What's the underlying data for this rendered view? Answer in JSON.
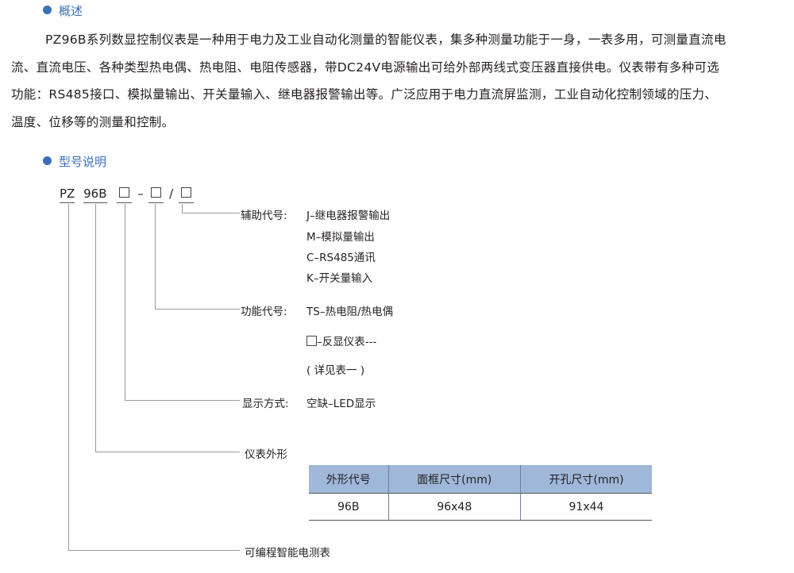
{
  "overview": {
    "title": "概述",
    "lines": [
      "PZ96B系列数显控制仪表是一种用于电力及工业自动化测量的智能仪表，集多种测量功能于一身，一表多用，可测量直流电",
      "流、直流电压、各种类型热电偶、热电阻、电阻传感器，带DC24V电源输出可给外部两线式变压器直接供电。仪表带有多种可选",
      "功能：RS485接口、模拟量输出、开关量输入、继电器报警输出等。广泛应用于电力直流屏监测，工业自动化控制领域的压力、",
      "温度、位移等的测量和控制。"
    ]
  },
  "model": {
    "title": "型号说明",
    "code": {
      "prefix": "PZ",
      "shape": "96B",
      "dash": "–",
      "slash": "/"
    },
    "aux": {
      "label": "辅助代号:",
      "options": [
        "J–继电器报警输出",
        "M–模拟量输出",
        "C–RS485通讯",
        "K–开关量输入"
      ]
    },
    "func": {
      "label": "功能代号:",
      "options": [
        "TS–热电阻/热电偶",
        "–反显仪表---",
        "( 详见表一 )"
      ]
    },
    "display": {
      "label": "显示方式:",
      "value": "空缺–LED显示"
    },
    "shape_label": "仪表外形",
    "series_label": "可编程智能电测表",
    "table": {
      "headers": [
        "外形代号",
        "面框尺寸(mm)",
        "开孔尺寸(mm)"
      ],
      "rows": [
        [
          "96B",
          "96x48",
          "91x44"
        ]
      ]
    }
  }
}
